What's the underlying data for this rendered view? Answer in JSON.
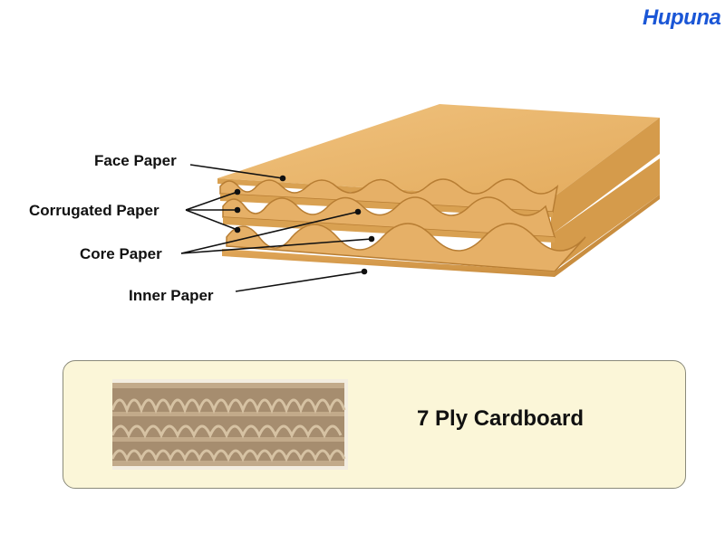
{
  "brand": {
    "logo_text": "Hupuna",
    "color": "#1a56d6"
  },
  "diagram": {
    "labels": {
      "face": "Face Paper",
      "corrugated": "Corrugated Paper",
      "core": "Core Paper",
      "inner": "Inner Paper"
    },
    "board_colors": {
      "top": "#e8b56a",
      "edge": "#d39a4c",
      "flute": "#c98b3c"
    }
  },
  "panel": {
    "title": "7 Ply Cardboard",
    "background": "#fbf6d8"
  }
}
